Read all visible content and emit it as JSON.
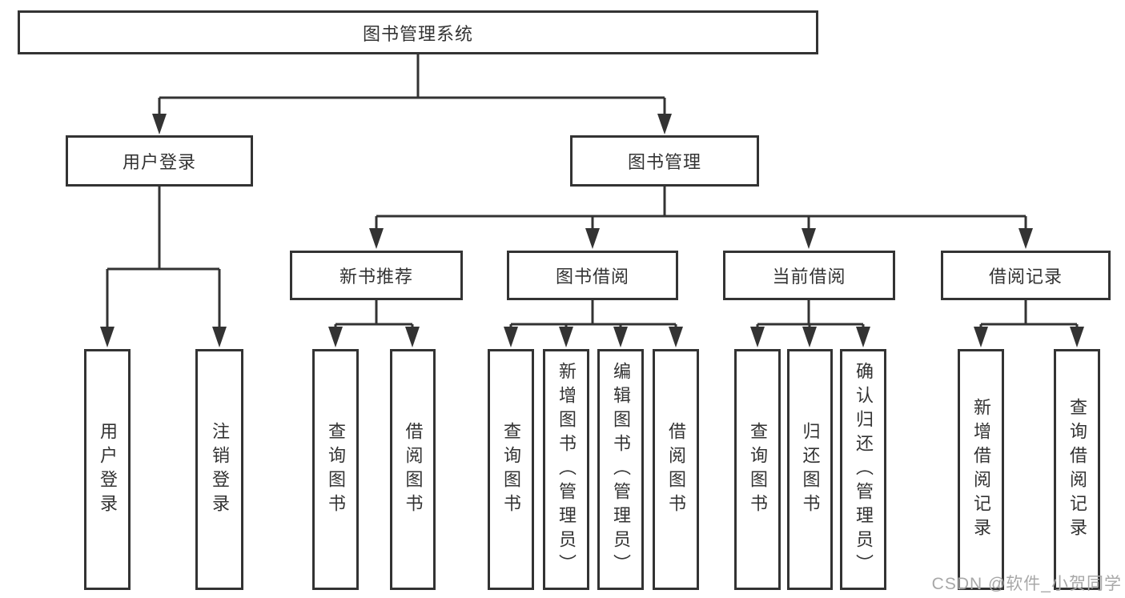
{
  "colors": {
    "line": "#333333",
    "text": "#333333",
    "watermark": "#a8a8a8",
    "background": "#ffffff"
  },
  "tree": {
    "root": {
      "label": "图书管理系统"
    },
    "branches": [
      {
        "label": "用户登录",
        "children": [
          {
            "label": "用户登录"
          },
          {
            "label": "注销登录"
          }
        ]
      },
      {
        "label": "图书管理",
        "children": [
          {
            "label": "新书推荐",
            "children": [
              {
                "label": "查询图书"
              },
              {
                "label": "借阅图书"
              }
            ]
          },
          {
            "label": "图书借阅",
            "children": [
              {
                "label": "查询图书"
              },
              {
                "label": "新增图书（管理员）"
              },
              {
                "label": "编辑图书（管理员）"
              },
              {
                "label": "借阅图书"
              }
            ]
          },
          {
            "label": "当前借阅",
            "children": [
              {
                "label": "查询图书"
              },
              {
                "label": "归还图书"
              },
              {
                "label": "确认归还（管理员）"
              }
            ]
          },
          {
            "label": "借阅记录",
            "children": [
              {
                "label": "新增借阅记录"
              },
              {
                "label": "查询借阅记录"
              }
            ]
          }
        ]
      }
    ]
  },
  "watermark": {
    "text": "CSDN @软件_小贺同学"
  }
}
